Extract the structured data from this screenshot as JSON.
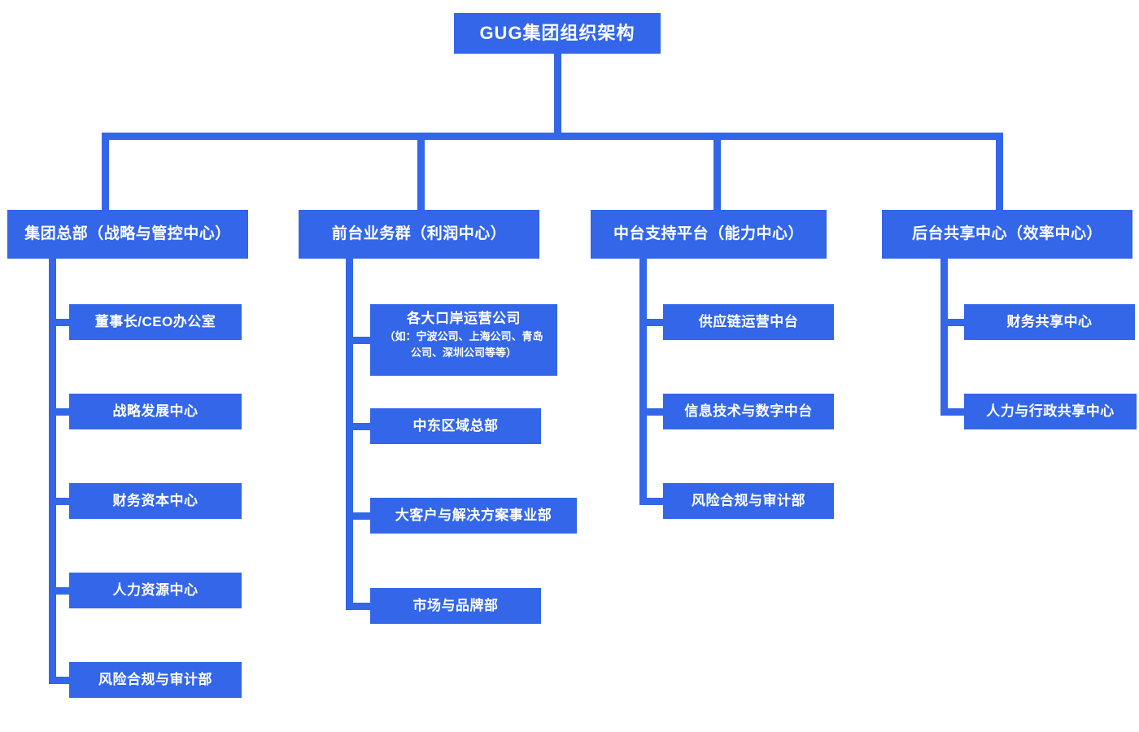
{
  "diagram": {
    "type": "organization-chart",
    "background_color": "#ffffff",
    "node_color": "#3366e8",
    "node_text_color": "#ffffff",
    "connector_color": "#3366e8",
    "root": {
      "label": "GUG集团组织架构"
    },
    "branches": [
      {
        "label": "集团总部（战略与管控中心）",
        "children": [
          {
            "label": "董事长/CEO办公室"
          },
          {
            "label": "战略发展中心"
          },
          {
            "label": "财务资本中心"
          },
          {
            "label": "人力资源中心"
          },
          {
            "label": "风险合规与审计部"
          }
        ]
      },
      {
        "label": "前台业务群（利润中心）",
        "children": [
          {
            "label": "各大口岸运营公司",
            "sub_label_1": "（如：宁波公司、上海公司、青岛",
            "sub_label_2": "公司、深圳公司等等）"
          },
          {
            "label": "中东区域总部"
          },
          {
            "label": "大客户与解决方案事业部"
          },
          {
            "label": "市场与品牌部"
          }
        ]
      },
      {
        "label": "中台支持平台（能力中心）",
        "children": [
          {
            "label": "供应链运营中台"
          },
          {
            "label": "信息技术与数字中台"
          },
          {
            "label": "风险合规与审计部"
          }
        ]
      },
      {
        "label": "后台共享中心（效率中心）",
        "children": [
          {
            "label": "财务共享中心"
          },
          {
            "label": "人力与行政共享中心"
          }
        ]
      }
    ]
  }
}
